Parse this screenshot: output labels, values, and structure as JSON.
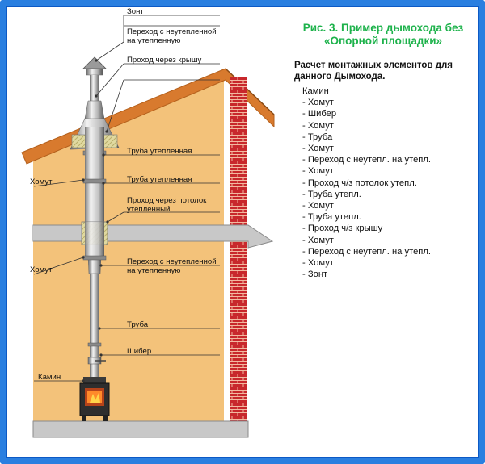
{
  "title": {
    "line1": "Рис. 3. Пример дымохода без",
    "line2": "«Опорной площадки»"
  },
  "subtitle": {
    "line1": "Расчет монтажных элементов для",
    "line2": "данного Дымохода."
  },
  "components": [
    "Камин",
    "- Хомут",
    "- Шибер",
    "- Хомут",
    "- Труба",
    "- Хомут",
    "- Переход с неутепл. на утепл.",
    "- Хомут",
    "- Проход ч/з потолок утепл.",
    "- Труба утепл.",
    "- Хомут",
    "- Труба утепл.",
    "- Проход ч/з крышу",
    "- Хомут",
    "- Переход с неутепл. на утепл.",
    "- Хомут",
    "- Зонт"
  ],
  "labels": {
    "zont": "Зонт",
    "transition_top_1": "Переход с неутепленной",
    "transition_top_2": "на утепленную",
    "roof_pass": "Проход через крышу",
    "pipe_ins_1": "Труба утепленная",
    "clamp_1": "Хомут",
    "pipe_ins_2": "Труба утепленная",
    "ceiling_pass_1": "Проход через потолок",
    "ceiling_pass_2": "утепленный",
    "clamp_2": "Хомут",
    "transition_low_1": "Переход с неутепленной",
    "transition_low_2": "на утепленную",
    "pipe": "Труба",
    "damper": "Шибер",
    "stove": "Камин"
  },
  "colors": {
    "frame": "#2a7fe0",
    "title": "#1db24b",
    "wall": "#f3c27a",
    "roof": "#d87a2e",
    "brick": "#c8282c",
    "slab": "#c8c8c8"
  }
}
